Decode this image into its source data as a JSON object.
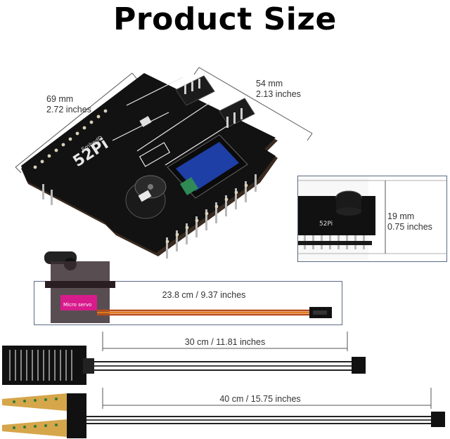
{
  "title": "Product Size",
  "board": {
    "length_label": "69 mm",
    "length_label_imperial": "2.72 inches",
    "width_label": "54 mm",
    "width_label_imperial": "2.13 inches",
    "brand_text": "52Pi",
    "brand_sub": "EmbedD"
  },
  "height_inset": {
    "height_label": "19 mm",
    "height_label_imperial": "0.75 inches"
  },
  "servo": {
    "cable_label": "23.8 cm / 9.37 inches",
    "body_text": "Micro servo"
  },
  "rain_sensor": {
    "cable_label": "30 cm / 11.81 inches"
  },
  "soil_sensor": {
    "cable_label": "40 cm / 15.75 inches"
  }
}
